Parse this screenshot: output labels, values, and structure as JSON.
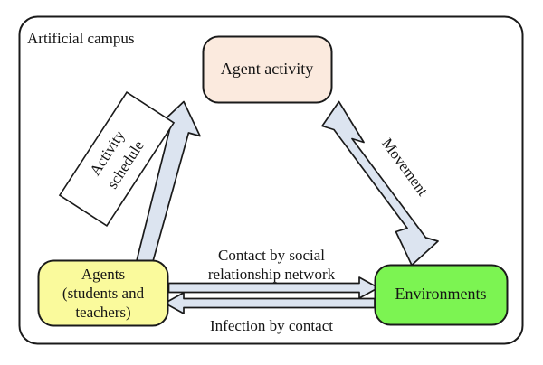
{
  "diagram": {
    "frame": {
      "title": "Artificial campus",
      "border_color": "#1a1a1a"
    },
    "nodes": [
      {
        "id": "agent-activity",
        "label": "Agent activity",
        "fill": "#fbeade",
        "stroke": "#1a1a1a"
      },
      {
        "id": "agents",
        "label_line1": "Agents",
        "label_line2": "(students and",
        "label_line3": "teachers)",
        "fill": "#fafa9c",
        "stroke": "#1a1a1a"
      },
      {
        "id": "environments",
        "label": "Environments",
        "fill": "#7cf452",
        "stroke": "#1a1a1a"
      }
    ],
    "annotations": [
      {
        "id": "activity-schedule",
        "label_line1": "Activity",
        "label_line2": "schedule",
        "fill": "#ffffff",
        "stroke": "#1a1a1a"
      }
    ],
    "edges": [
      {
        "id": "agents-to-activity",
        "label": "",
        "from": "agents",
        "to": "agent-activity",
        "heads": "single",
        "fill": "#dce4f0",
        "stroke": "#1a1a1a"
      },
      {
        "id": "activity-movement-environments",
        "label": "Movement",
        "from": "agent-activity",
        "to": "environments",
        "heads": "double",
        "fill": "#dce4f0",
        "stroke": "#1a1a1a"
      },
      {
        "id": "agents-to-environments",
        "label": "Contact by social relationship network",
        "label_line1": "Contact by social",
        "label_line2": "relationship network",
        "from": "agents",
        "to": "environments",
        "heads": "single",
        "fill": "#dce4f0",
        "stroke": "#1a1a1a"
      },
      {
        "id": "environments-to-agents",
        "label": "Infection by contact",
        "from": "environments",
        "to": "agents",
        "heads": "single",
        "fill": "#dce4f0",
        "stroke": "#1a1a1a"
      }
    ]
  }
}
